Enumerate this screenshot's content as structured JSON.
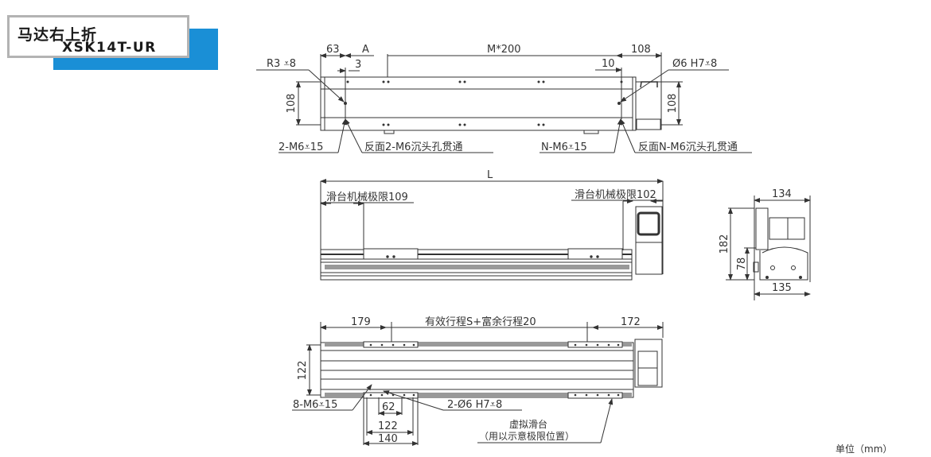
{
  "title": {
    "name_cn": "马达右上折",
    "model": "XSK14T-UR",
    "accent_color": "#1a8fd6",
    "frame_color": "#b3b3b3"
  },
  "top_view": {
    "dim_63": "63",
    "dim_A": "A",
    "dim_3": "3",
    "dim_M200": "M*200",
    "dim_10": "10",
    "dim_108_right_top": "108",
    "dim_108_left": "108",
    "dim_108_right": "108",
    "label_R3": "R3 ⫽ 8",
    "label_R3_text": "R3",
    "label_R3_depth": "8",
    "label_pin": "Ø6 H7",
    "label_pin_depth": "8",
    "label_2M6": "2-M6",
    "label_2M6_depth": "15",
    "label_back_2M6": "反面2-M6沉头孔贯通",
    "label_NM6": "N-M6",
    "label_NM6_depth": "15",
    "label_back_NM6": "反面N-M6沉头孔贯通"
  },
  "front_view": {
    "dim_L": "L",
    "limit_left": "滑台机械极限109",
    "limit_right": "滑台机械极限102"
  },
  "side_view": {
    "dim_134": "134",
    "dim_182": "182",
    "dim_78": "78",
    "dim_135": "135"
  },
  "bottom_view": {
    "dim_179": "179",
    "dim_stroke": "有效行程S+富余行程20",
    "dim_172": "172",
    "dim_122_left": "122",
    "label_8M6": "8-M6",
    "label_8M6_depth": "15",
    "dim_62": "62",
    "dim_122": "122",
    "dim_140": "140",
    "label_pin": "2-Ø6 H7",
    "label_pin_depth": "8",
    "virtual_slide": "虚拟滑台",
    "virtual_slide_note": "（用以示意极限位置）"
  },
  "unit_label": "单位（mm）"
}
